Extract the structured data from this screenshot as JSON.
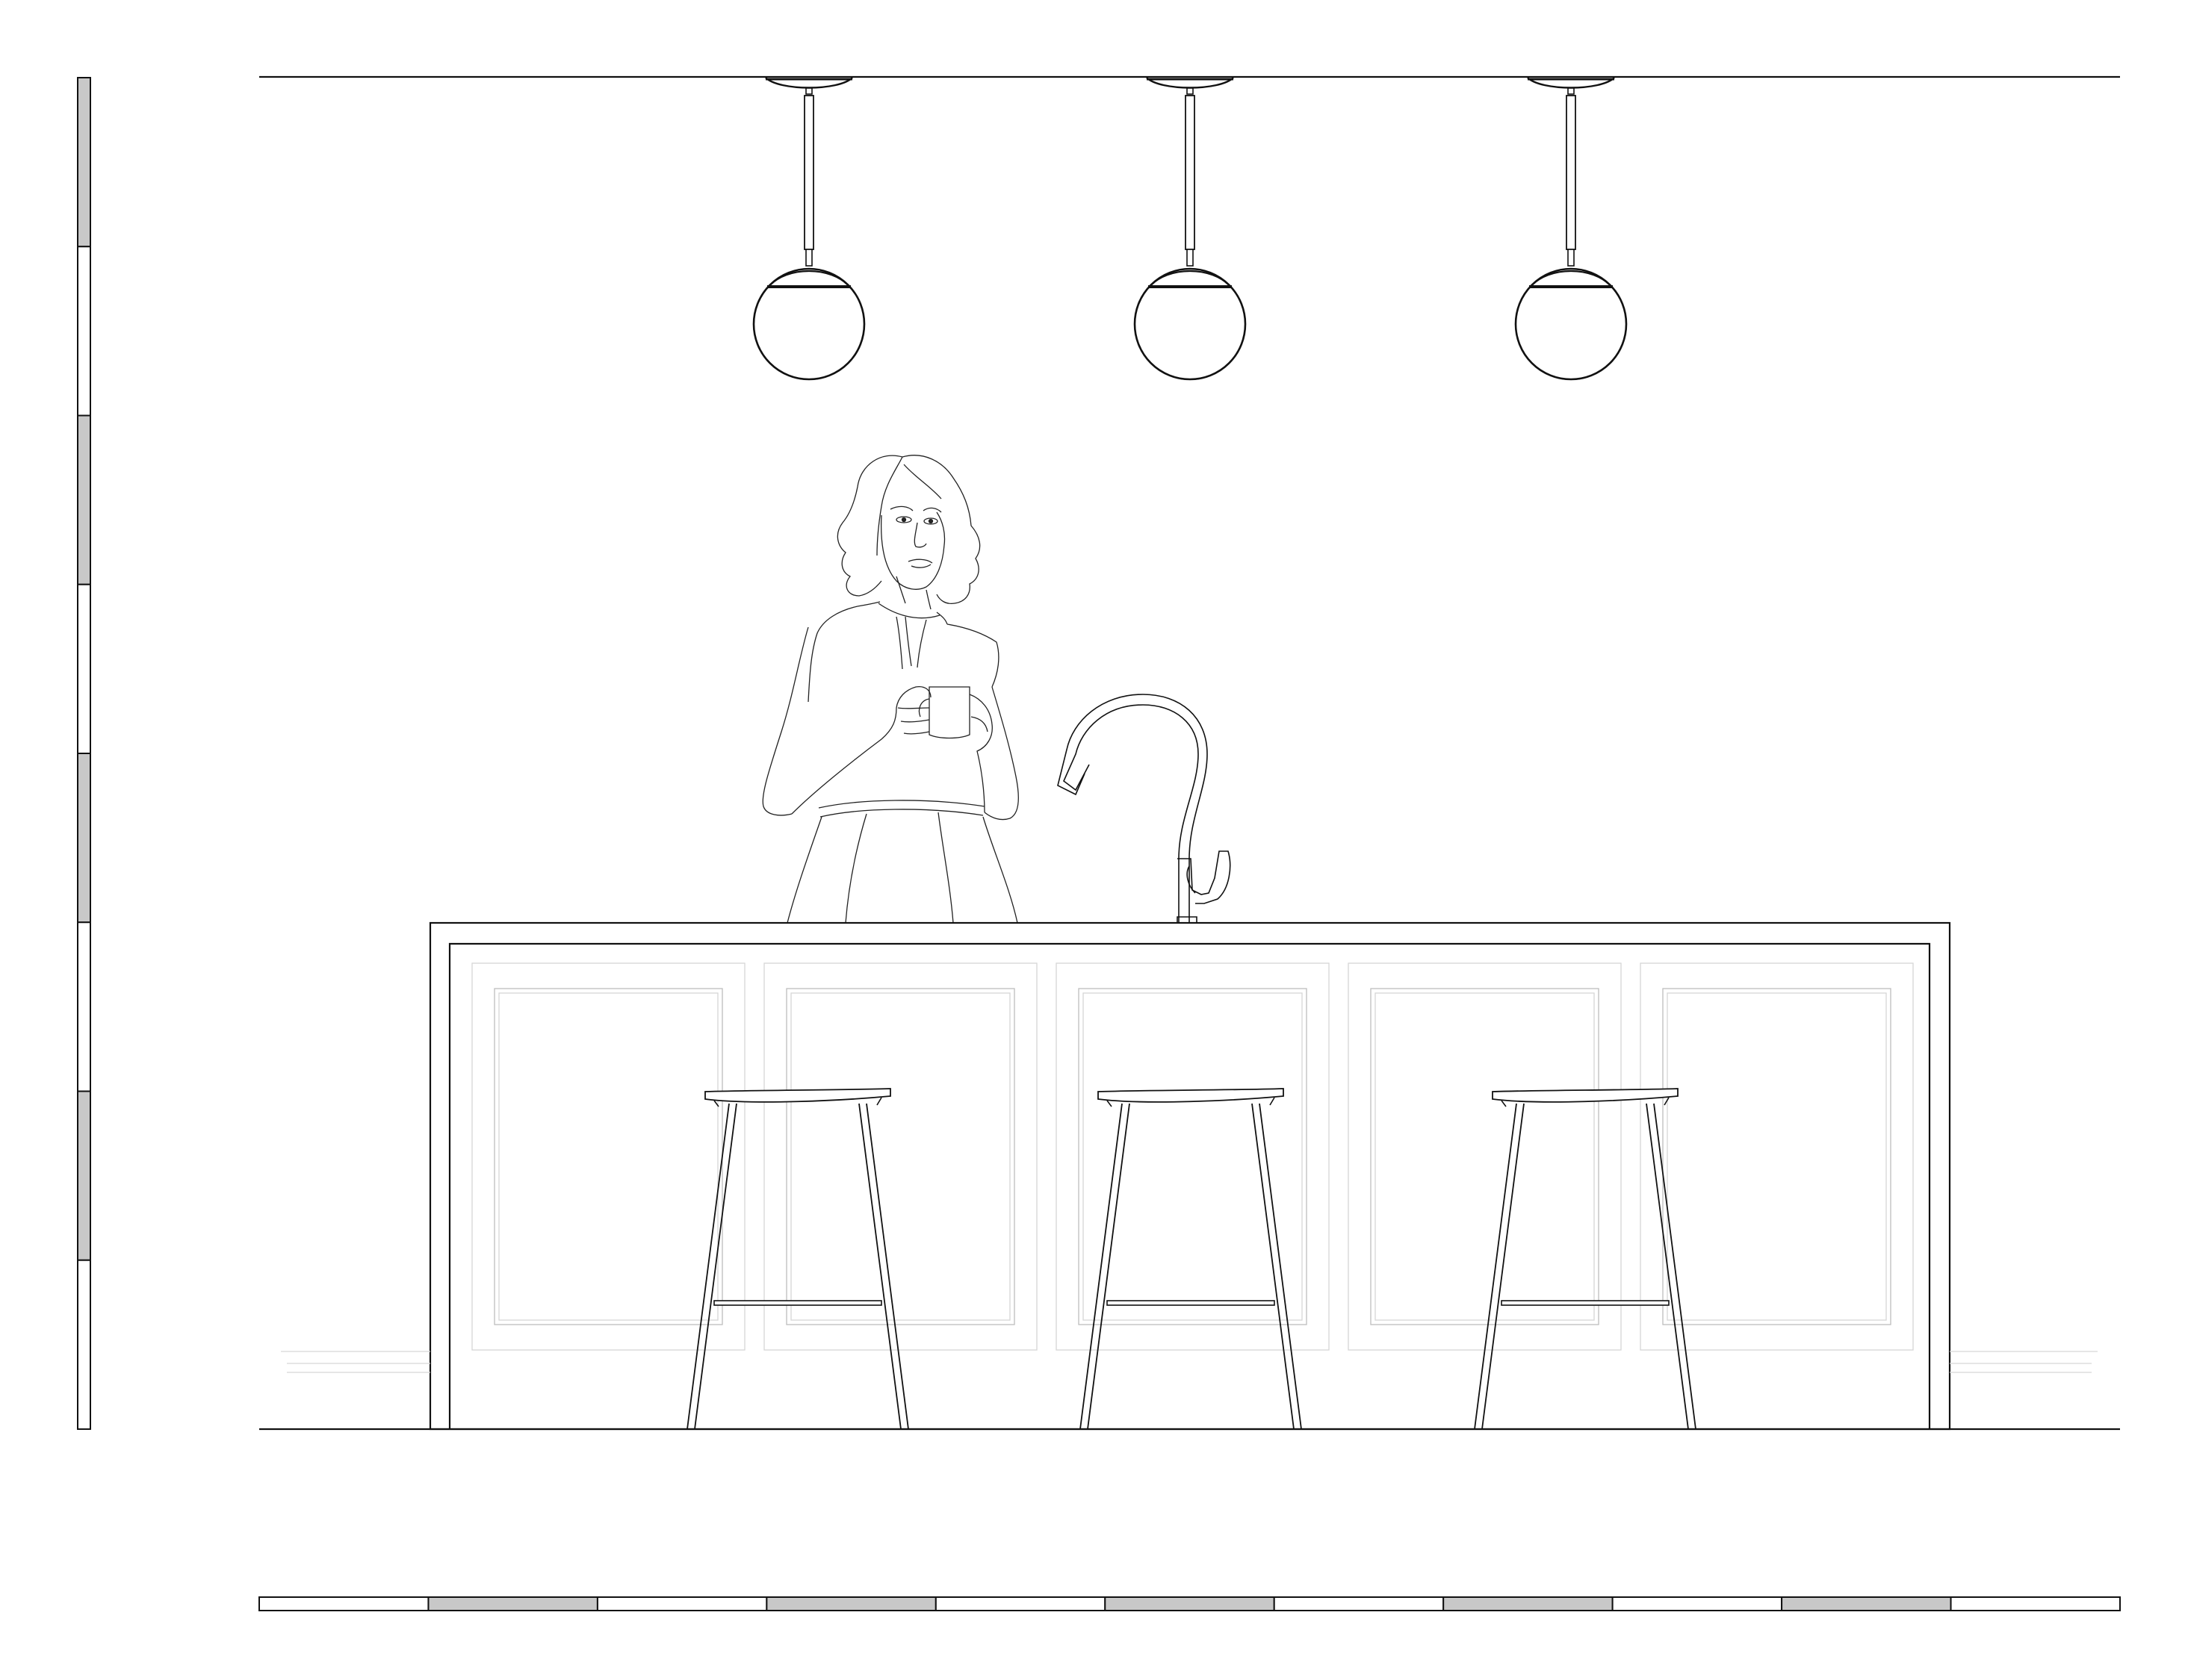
{
  "drawing": {
    "view": "kitchen-island-elevation",
    "colors": {
      "line": "#111111",
      "scale_fill_gray": "#c8c8c8",
      "scale_fill_white": "#ffffff",
      "faint_line": "#bdbdbd",
      "background": "#ffffff"
    },
    "vertical_scale": {
      "segments": 8,
      "pattern": [
        "gray",
        "white",
        "gray",
        "white",
        "gray",
        "white",
        "gray",
        "white"
      ]
    },
    "horizontal_scale": {
      "segments": 11,
      "pattern": [
        "white",
        "gray",
        "white",
        "gray",
        "white",
        "gray",
        "white",
        "gray",
        "white",
        "gray",
        "white"
      ]
    },
    "pendant_lights": {
      "count": 3,
      "icon": "globe-pendant-icon"
    },
    "island": {
      "cabinet_panels": 5
    },
    "bar_stools": {
      "count": 3,
      "icon": "bar-stool-icon"
    },
    "figure": {
      "icon": "woman-holding-mug-icon"
    },
    "faucet": {
      "icon": "gooseneck-faucet-icon"
    }
  }
}
